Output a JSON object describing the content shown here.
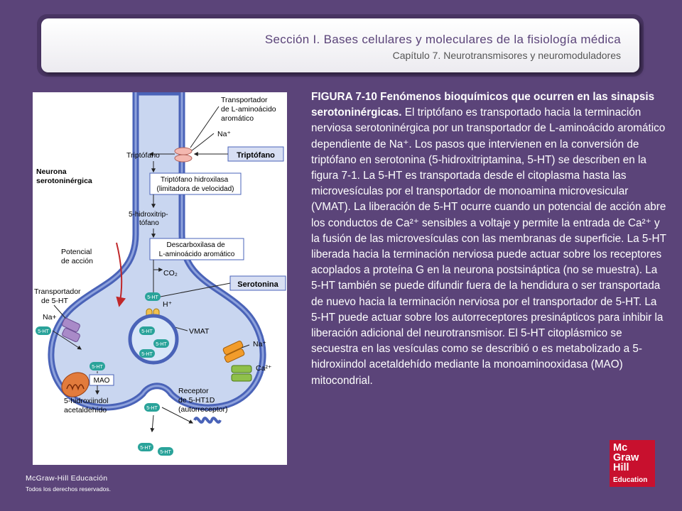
{
  "header": {
    "section_title": "Sección I. Bases celulares y moleculares de la fisiología médica",
    "chapter_subtitle": "Capítulo 7. Neurotransmisores y neuromoduladores"
  },
  "caption": {
    "lead": "FIGURA 7-10 Fenómenos bioquímicos que ocurren en las sinapsis serotoninérgicas.",
    "body": "El triptófano es transportado hacia la terminación nerviosa serotoninérgica por un transportador de L-aminoácido aromático dependiente de Na⁺. Los pasos que intervienen en la conversión de triptófano en serotonina (5-hidroxitriptamina, 5-HT) se describen en la figura 7-1. La 5-HT es transportada desde el citoplasma hasta las microvesículas por el transportador de monoamina microvesicular (VMAT). La liberación de 5-HT ocurre cuando un potencial de acción abre los conductos de Ca²⁺ sensibles a voltaje y permite la entrada de Ca²⁺ y la fusión de las microvesículas con las membranas de superficie. La 5-HT liberada hacia la terminación nerviosa puede actuar sobre los receptores acoplados a proteína G en la neurona postsináptica (no se muestra). La 5-HT también se puede difundir fuera de la hendidura o ser transportada de nuevo hacia la terminación nerviosa por el transportador de 5-HT. La 5-HT puede actuar sobre los autorreceptores presinápticos para inhibir la liberación adicional del neurotransmisor. El 5-HT citoplásmico se secuestra en las vesículas como se describió o es metabolizado a 5-hidroxiindol acetaldehído mediante la monoaminooxidasa (MAO) mitocondrial."
  },
  "figure": {
    "transporter_label": [
      "Transportador",
      "de L-aminoácido",
      "aromático"
    ],
    "na_top": "Na⁺",
    "tryptophan_box": "Triptófano",
    "tryptophan_inside": "Triptófano",
    "neuron_label": [
      "Neurona",
      "serotoninérgica"
    ],
    "hydroxylase": [
      "Triptófano hidroxilasa",
      "(limitadora de velocidad)"
    ],
    "htp": [
      "5-hidroxitrip-",
      "tófano"
    ],
    "decarboxylase": [
      "Descarboxilasa de",
      "L-aminoácido aromático"
    ],
    "action_potential": [
      "Potencial",
      "de acción"
    ],
    "co2": "CO₂",
    "serotonin_box": "Serotonina",
    "transporter_5ht": [
      "Transportador",
      "de 5-HT"
    ],
    "na_left": "Na+",
    "h_plus": "H⁺",
    "vmat": "VMAT",
    "na_right": "Na⁺",
    "ca_right": "Ca²⁺",
    "mao": "MAO",
    "hydroxyindol": [
      "5-hidroxiindol",
      "acetaldehído"
    ],
    "receptor": [
      "Receptor",
      "de 5-HT1D",
      "(autorreceptor)"
    ],
    "ht": "5-HT"
  },
  "footer": {
    "publisher": "McGraw-Hill Educación",
    "rights": "Todos los derechos reservados."
  },
  "logo": {
    "lines": [
      "Mc",
      "Graw",
      "Hill",
      "Education"
    ],
    "color": "#c8102e"
  },
  "colors": {
    "background": "#5b4479",
    "membrane": "#4a63b8",
    "cytoplasm": "#c9d6f0"
  }
}
